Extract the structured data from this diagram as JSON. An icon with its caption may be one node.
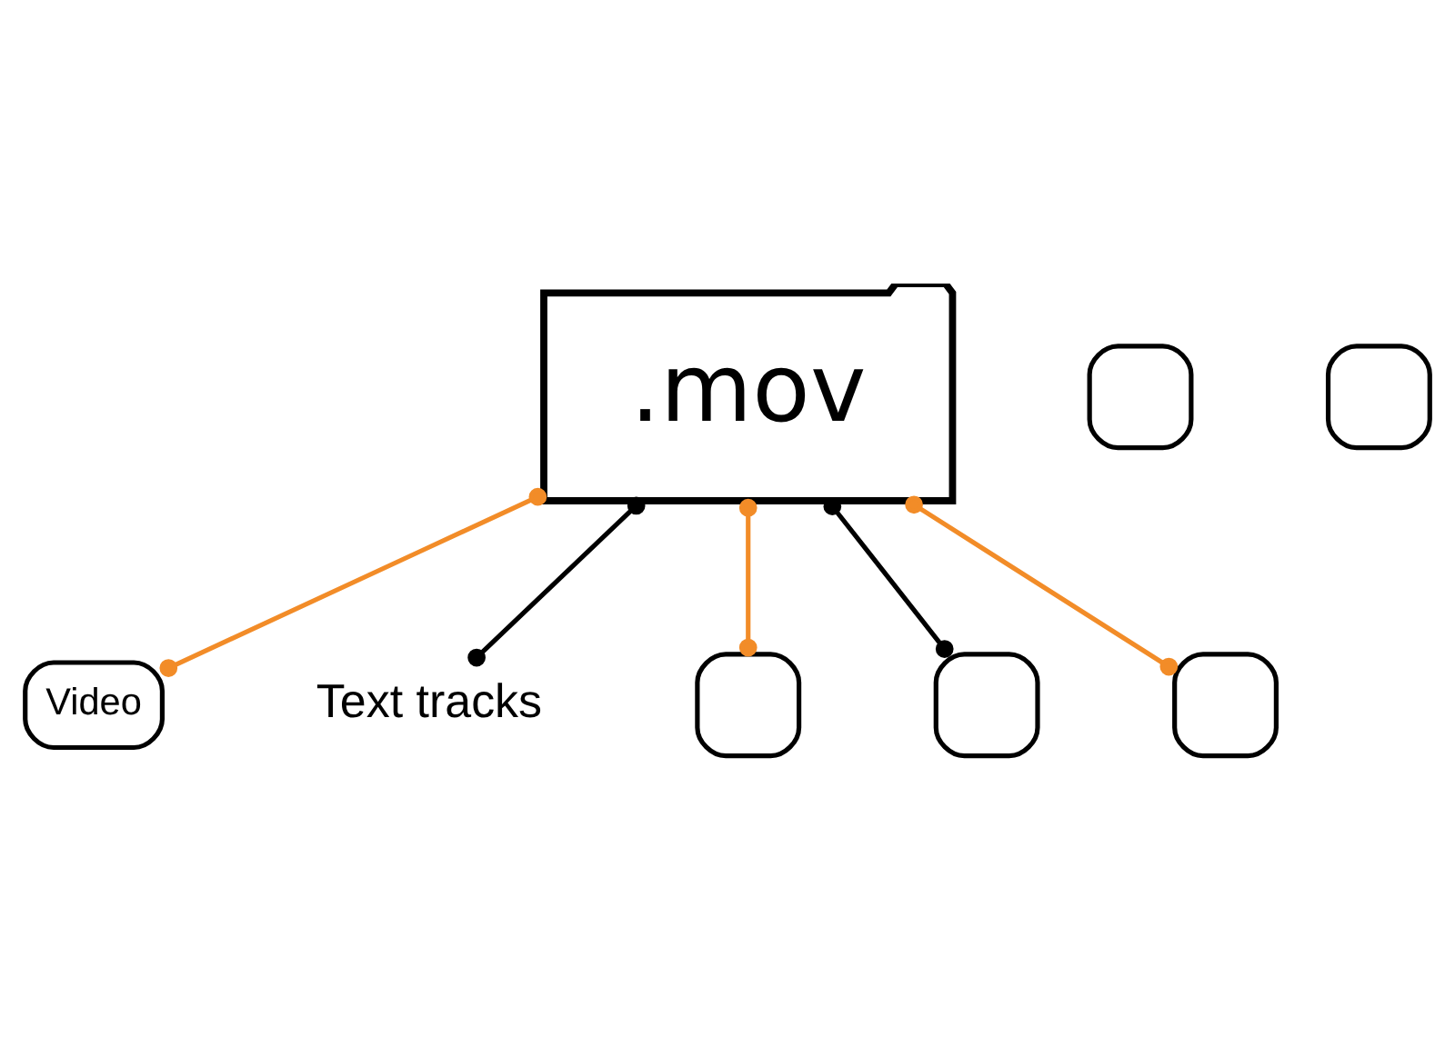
{
  "diagram": {
    "nodes": [
      {
        "text": [
          ".mov"
        ]
      },
      {
        "text": [
          "Video"
        ]
      },
      {
        "text": [
          "Text tracks"
        ]
      },
      {
        "text": [],
        "shape": "box"
      },
      {
        "text": [],
        "shape": "box"
      },
      {
        "text": [],
        "shape": "box"
      },
      {
        "text": [],
        "shape": "box"
      },
      {
        "text": [],
        "shape": "box"
      }
    ],
    "edges": [
      {
        "from": 0,
        "to": 1,
        "arrow": "other"
      },
      {
        "from": 0,
        "to": 2,
        "arrow": "other",
        "color": "#000000"
      },
      {
        "from": 0,
        "to": 3,
        "arrow": "other"
      },
      {
        "from": 0,
        "to": 4,
        "arrow": "other",
        "color": "#000000"
      },
      {
        "from": 0,
        "to": 5,
        "arrow": "other"
      }
    ]
  }
}
